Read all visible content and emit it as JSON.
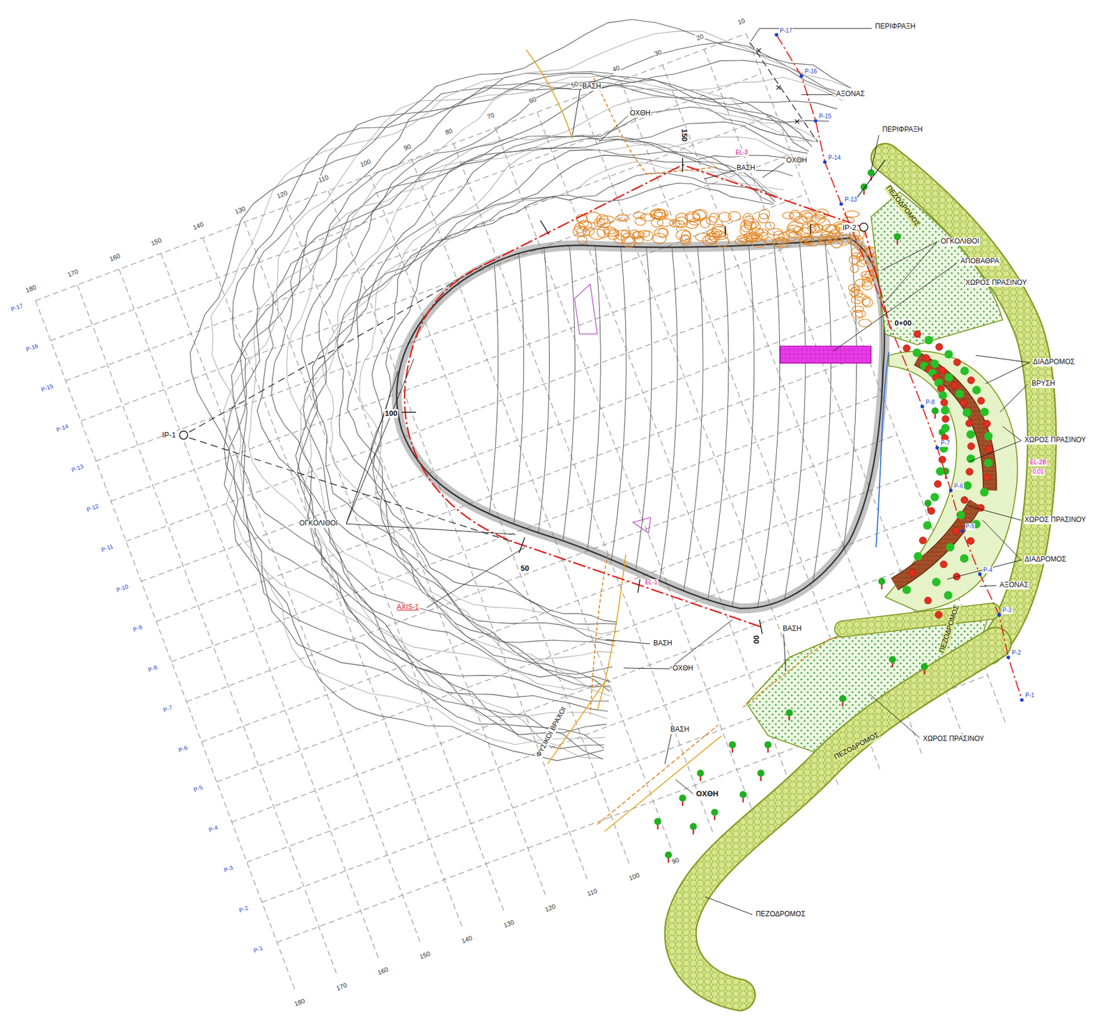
{
  "diagram": {
    "nodes": [
      {
        "text": [
          "IP-1"
        ]
      },
      {
        "text": [
          "IP-2"
        ]
      }
    ],
    "labels": [
      "ΠΕΡΙΦΡΑΞΗ",
      "ΑΞΟΝΑΣ",
      "ΒΑΣΗ",
      "ΟΧΘΗ",
      "ΒΑΣΗ",
      "ΟΧΘΗ",
      "ΠΕΡΙΦΡΑΞΗ",
      "ΟΓΚΟΛΙΘΟΙ",
      "ΑΠΟΒΑΘΡΑ",
      "ΧΩΡΟΣ ΠΡΑΣΙΝΟΥ",
      "ΔΙΑΔΡΟΜΟΣ",
      "ΒΡΥΣΗ",
      "ΧΩΡΟΣ ΠΡΑΣΙΝΟΥ",
      "ΧΩΡΟΣ ΠΡΑΣΙΝΟΥ",
      "ΔΙΑΔΡΟΜΟΣ",
      "ΑΞΟΝΑΣ",
      "ΧΩΡΟΣ ΠΡΑΣΙΝΟΥ",
      "ΠΕΖΟΔΡΟΜΟΣ",
      "ΠΕΖΟΔΡΟΜΟΣ",
      "ΠΕΖΟΔΡΟΜΟΣ",
      "ΠΕΖΟΔΡΟΜΟΣ",
      "ΟΓΚΟΛΙΘΟΙ",
      "ΒΑΣΗ",
      "ΒΑΣΗ",
      "ΟΧΘΗ",
      "ΦΥΣΙΚΟΙ ΒΡΑΧΟΙ",
      "ΒΑΣΗ",
      "ΟΧΘΗ",
      "AXIS-1",
      "00",
      "50",
      "100",
      "150",
      "0+00",
      "EL-3",
      "EL-2B",
      "0,01",
      "EL-1",
      "P-17",
      "P-16",
      "P-15",
      "P-14",
      "P-13",
      "P-12",
      "P-11",
      "P-10",
      "P-9",
      "P-8",
      "P-7",
      "P-6",
      "P-5",
      "P-4",
      "P-3",
      "P-2",
      "P-1",
      "180",
      "170",
      "160",
      "150",
      "140",
      "130",
      "120",
      "110",
      "100",
      "90",
      "80",
      "70",
      "60",
      "50",
      "40",
      "30",
      "20",
      "10",
      "180",
      "170",
      "160",
      "150",
      "140",
      "130",
      "120",
      "110",
      "100",
      "90",
      "P-17",
      "P-16",
      "P-15",
      "P-14",
      "P-13",
      "P-8",
      "P-7",
      "P-6",
      "P-5",
      "P-4",
      "P-3",
      "P-2",
      "P-1"
    ]
  }
}
